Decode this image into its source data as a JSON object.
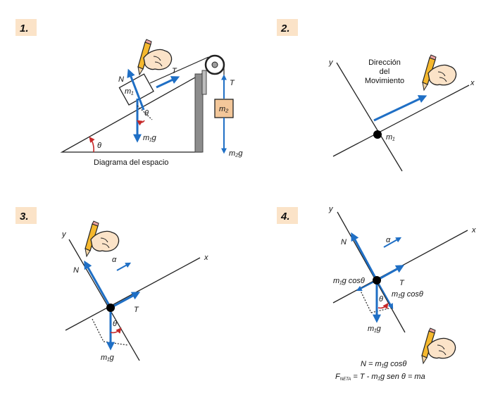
{
  "panels": [
    {
      "step": "1.",
      "caption": "Diagrama del espacio"
    },
    {
      "step": "2.",
      "direction": [
        "Dirección",
        "del",
        "Movimiento"
      ]
    },
    {
      "step": "3."
    },
    {
      "step": "4."
    }
  ],
  "labels": {
    "N": "N",
    "T": "T",
    "theta": "θ",
    "alpha": "α",
    "x": "x",
    "y": "y",
    "m1": "m₁",
    "m2": "m₂",
    "m1g": "m₁g",
    "m2g": "m₂g",
    "m1g_cos": "m₁g cosθ"
  },
  "equations": {
    "eq1": "N = m₁g cosθ",
    "f_prefix": "F",
    "f_sub": "NETA",
    "eq2_rest": " = T - m₁g sen θ = ma"
  },
  "colors": {
    "accent_blue": "#1f6fc5",
    "step_tag": "#fbe3c8",
    "angle_red": "#c62828",
    "mass_box": "#f3c79a"
  }
}
